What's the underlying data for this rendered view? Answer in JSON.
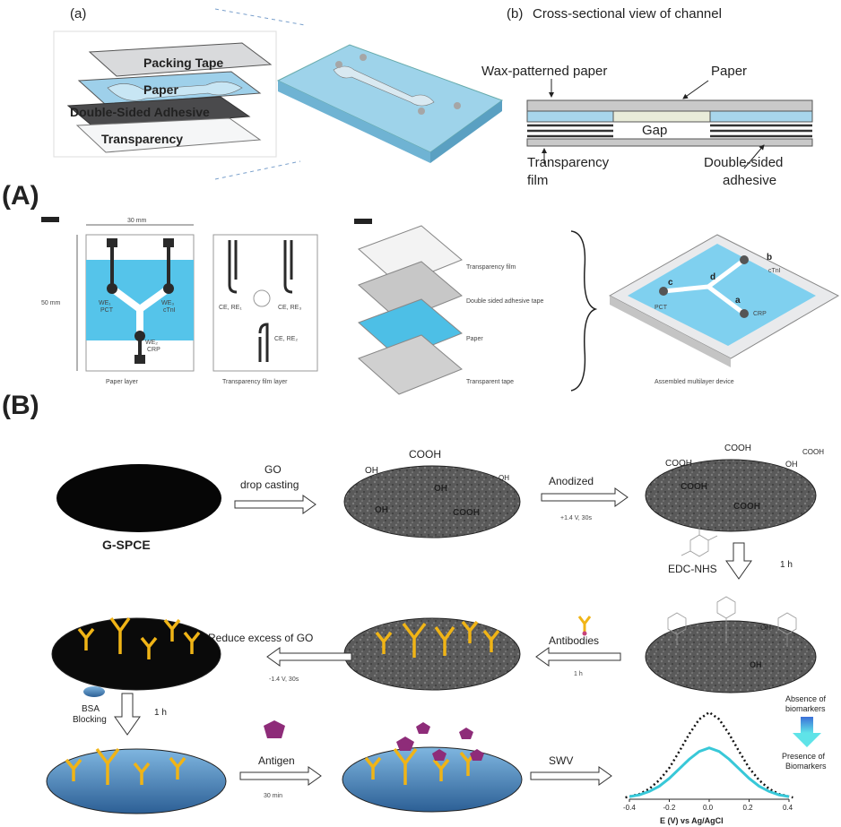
{
  "panel_a": {
    "label": "(a)",
    "layers": [
      "Packing Tape",
      "Paper",
      "Double-Sided Adhesive",
      "Transparency"
    ]
  },
  "panel_b": {
    "label": "(b)",
    "title": "Cross-sectional view of channel",
    "wax_paper": "Wax-patterned paper",
    "paper": "Paper",
    "gap": "Gap",
    "transparency": "Transparency",
    "film": "film",
    "adhesive_1": "Double-sided",
    "adhesive_2": "adhesive"
  },
  "section_A": {
    "label": "(A)",
    "width_dim": "30 mm",
    "height_dim": "50 mm",
    "we1": "WE₁",
    "we1_sub": "PCT",
    "we2": "WE₂",
    "we2_sub": "CRP",
    "we3": "WE₃",
    "we3_sub": "cTnI",
    "ce_re_1": "CE, RE₁",
    "ce_re_2": "CE, RE₂",
    "ce_re_3": "CE, RE₃",
    "paper_layer": "Paper layer",
    "transparency_layer": "Transparency film layer",
    "stack_transparency": "Transparency film",
    "stack_adhesive": "Double sided adhesive tape",
    "stack_paper": "Paper",
    "stack_tape": "Transparent tape",
    "assembled": "Assembled multilayer device",
    "pt_a": "a",
    "pt_b": "b",
    "pt_c": "c",
    "pt_d": "d",
    "dev_pct": "PCT",
    "dev_ctni": "cTnI",
    "dev_crp": "CRP"
  },
  "section_B": {
    "label": "(B)",
    "electrode": "G-SPCE",
    "step1_1": "GO",
    "step1_2": "drop casting",
    "step2": "Anodized",
    "step2_cond": "+1.4 V, 30s",
    "step3": "EDC-NHS",
    "step3_time": "1 h",
    "step4": "Antibodies",
    "step4_time": "1 h",
    "step5": "Reduce excess of GO",
    "step5_cond": "-1.4 V, 30s",
    "step6_1": "BSA",
    "step6_2": "Blocking",
    "step6_time": "1 h",
    "step7": "Antigen",
    "step7_time": "30 min",
    "step8": "SWV",
    "oh": "OH",
    "cooh": "COOH",
    "absence_1": "Absence of",
    "absence_2": "biomarkers",
    "presence_1": "Presence of",
    "presence_2": "Biomarkers"
  },
  "chart_data": {
    "type": "line",
    "xlabel": "E (V) vs Ag/AgCl",
    "xlim": [
      -0.4,
      0.4
    ],
    "xticks": [
      "-0.4",
      "-0.2",
      "0.0",
      "0.2",
      "0.4"
    ],
    "series": [
      {
        "style": "dotted",
        "color": "#111111",
        "x": [
          -0.42,
          -0.35,
          -0.3,
          -0.25,
          -0.2,
          -0.15,
          -0.1,
          -0.05,
          0,
          0.05,
          0.1,
          0.15,
          0.2,
          0.25,
          0.3,
          0.35,
          0.42
        ],
        "y": [
          0.02,
          0.06,
          0.12,
          0.22,
          0.36,
          0.55,
          0.75,
          0.92,
          1.0,
          0.92,
          0.75,
          0.55,
          0.36,
          0.22,
          0.12,
          0.06,
          0.02
        ]
      },
      {
        "style": "solid",
        "color": "#38c8d8",
        "x": [
          -0.4,
          -0.35,
          -0.3,
          -0.25,
          -0.2,
          -0.15,
          -0.1,
          -0.05,
          0,
          0.05,
          0.1,
          0.15,
          0.2,
          0.25,
          0.3,
          0.35,
          0.4
        ],
        "y": [
          0.03,
          0.05,
          0.09,
          0.15,
          0.24,
          0.35,
          0.46,
          0.55,
          0.59,
          0.55,
          0.46,
          0.35,
          0.24,
          0.15,
          0.09,
          0.05,
          0.03
        ]
      }
    ]
  }
}
